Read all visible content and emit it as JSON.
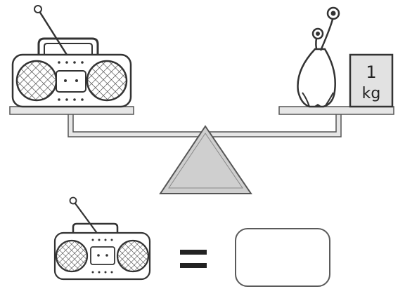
{
  "weight": {
    "value": "1",
    "unit": "kg"
  },
  "equals_sign": "=",
  "answer": {
    "value": ""
  },
  "objects": {
    "left_pan": "radio",
    "right_pan_creature": "alien",
    "right_pan_weight": "weight",
    "question_item": "radio"
  }
}
